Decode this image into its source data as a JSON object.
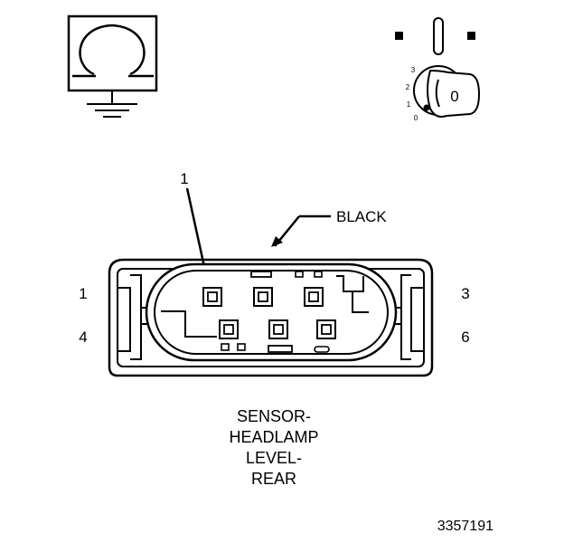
{
  "symbols": {
    "ohmmeter_icon": "ohmmeter-omega-with-ground",
    "ignition_icon": "ignition-key-switch"
  },
  "ignition": {
    "key_label": "0",
    "positions": [
      "3",
      "2",
      "1",
      "0"
    ]
  },
  "connector": {
    "color_label": "BLACK",
    "pointer_label": "1",
    "pin_labels": {
      "top_left": "1",
      "top_right": "3",
      "bottom_left": "4",
      "bottom_right": "6"
    }
  },
  "caption": {
    "lines": [
      "SENSOR-",
      "HEADLAMP",
      "LEVEL-",
      "REAR"
    ]
  },
  "figure_id": "3357191"
}
